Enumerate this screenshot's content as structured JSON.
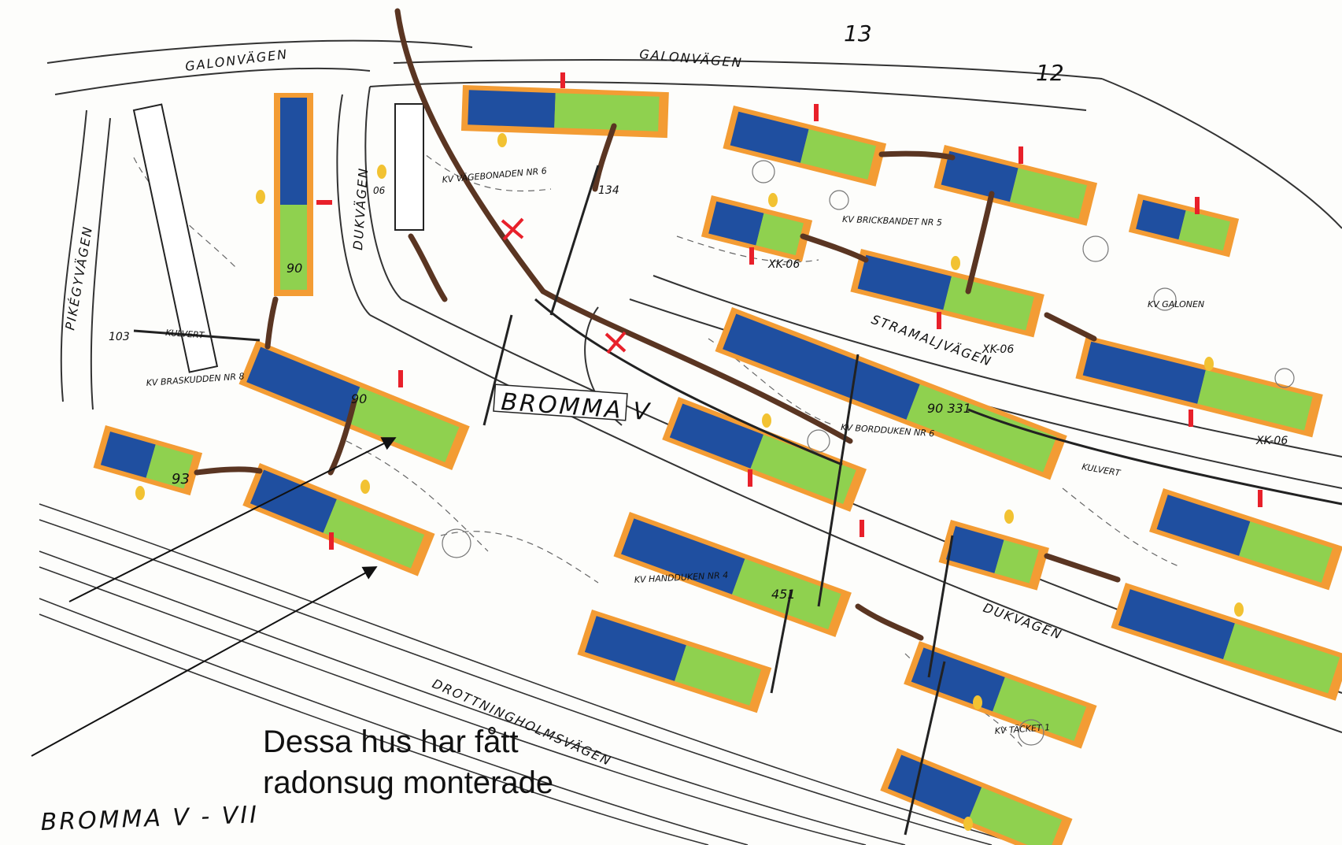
{
  "map": {
    "title": "BROMMA V",
    "subtitle": "BROMMA V - VII",
    "roads": {
      "galonvagen_1": "GALONVÄGEN",
      "galonvagen_2": "GALONVÄGEN",
      "pikegyvagen": "PIKÉGYVÄGEN",
      "dukvagen_1": "DUKVÄGEN",
      "dukvagen_2": "DUKVÄGEN",
      "stramaljvagen": "STRAMALJVÄGEN",
      "drottningholmsvagen": "DROTTNINGHOLMSVÄGEN",
      "kulvert_1": "KULVERT",
      "kulvert_2": "KULVERT"
    },
    "blocks": {
      "vagebonaden": "KV VÄGEBONADEN NR 6",
      "brickbandet": "KV BRICKBANDET NR 5",
      "galonen": "KV GALONEN",
      "braskudden": "KV BRASKUDDEN NR 8",
      "bordduken": "KV BORDDUKEN NR 6",
      "handduken": "KV HANDDUKEN NR 4",
      "tacket": "KV TÄCKET 1"
    },
    "numbers": {
      "n13": "13",
      "n12": "12",
      "n103": "103",
      "n93": "93",
      "n90a": "90",
      "n90b": "90",
      "n134": "134",
      "n331": "90 331",
      "n451": "451",
      "xk1": "XK-06",
      "xk2": "XK-06",
      "xk3": "XK-06",
      "n06": "06"
    }
  },
  "annotation": {
    "line1": "Dessa hus har fått",
    "line2": "radonsug monterade"
  },
  "colors": {
    "blue": "#1f4fa0",
    "green": "#8fd14f",
    "orange": "#f39c34",
    "tunnel": "#5a3522",
    "red": "#e8202a",
    "yellow": "#f2c232",
    "line": "#222222"
  }
}
